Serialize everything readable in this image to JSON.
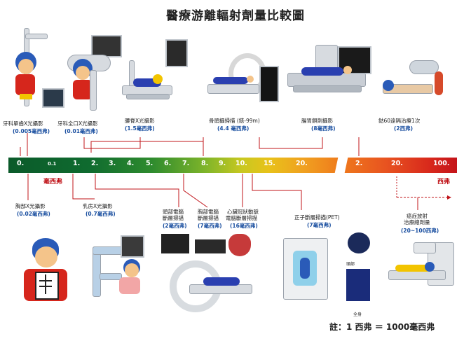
{
  "title": "醫療游離輻射劑量比較圖",
  "scale": {
    "unit_msv": "毫西弗",
    "unit_sv": "西弗",
    "ticks_msv": [
      "0.",
      "0.1",
      "1.",
      "2.",
      "3.",
      "4.",
      "5.",
      "6.",
      "7.",
      "8.",
      "9.",
      "10.",
      "15.",
      "20."
    ],
    "ticks_sv": [
      "2.",
      "20.",
      "100."
    ]
  },
  "top_items": [
    {
      "label": "牙科單齒X光攝影",
      "value": "(0.005毫西弗)"
    },
    {
      "label": "牙科全口X光攝影",
      "value": "(0.01毫西弗)"
    },
    {
      "label": "腰脊X光攝影",
      "value": "(1.5毫西弗)"
    },
    {
      "label": "骨頭攝掃描 (鎝-99m)",
      "value": "(4.4 毫西弗)"
    },
    {
      "label": "腸胃鋇劑攝影",
      "value": "(8毫西弗)"
    },
    {
      "label": "鈷60遠隔治療1次",
      "value": "(2西弗)"
    }
  ],
  "bottom_items": [
    {
      "label": "胸部X光攝影",
      "value": "(0.02毫西弗)"
    },
    {
      "label": "乳房X光攝影",
      "value": "(0.7毫西弗)"
    },
    {
      "label_line1": "頭部電腦",
      "label_line2": "斷層掃描",
      "value": "(2毫西弗)"
    },
    {
      "label_line1": "胸部電腦",
      "label_line2": "斷層掃描",
      "value": "(7毫西弗)"
    },
    {
      "label_line1": "心臟冠狀動脈",
      "label_line2": "電腦斷層掃描",
      "value": "(16毫西弗)"
    },
    {
      "label": "正子斷層掃描(PET)",
      "value": "(7毫西弗)"
    },
    {
      "label_line1": "癌症放射",
      "label_line2": "治療總劑量",
      "value": "(20~100西弗)"
    }
  ],
  "pet_labels": {
    "head": "頭部",
    "body": "全身"
  },
  "footnote": "註：1 西弗 ＝ 1000毫西弗",
  "colors": {
    "line": "#c0141a",
    "value_text": "#1a4fa0",
    "scale_start": "#0b5a2a",
    "scale_end": "#c4141a"
  }
}
